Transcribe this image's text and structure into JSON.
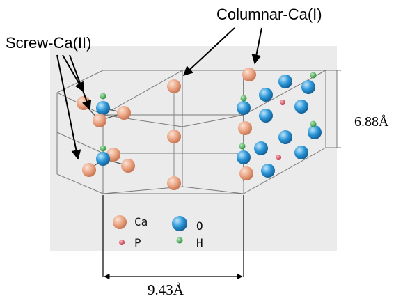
{
  "labels": {
    "columnar": "Columnar-Ca(I)",
    "screw": "Screw-Ca(II)",
    "height": "6.88Å",
    "width": "9.43Å"
  },
  "legend": [
    {
      "symbol": "Ca",
      "color": "#e8a07e"
    },
    {
      "symbol": "O",
      "color": "#2a95d6"
    },
    {
      "symbol": "P",
      "color": "#d04a5a"
    },
    {
      "symbol": "H",
      "color": "#3aa548"
    }
  ],
  "colors": {
    "panel": "#ebebeb",
    "ca": "#e8a07e",
    "o": "#2a95d6",
    "p": "#d04a5a",
    "h": "#3aa548",
    "cage": "#7a7a7a"
  }
}
